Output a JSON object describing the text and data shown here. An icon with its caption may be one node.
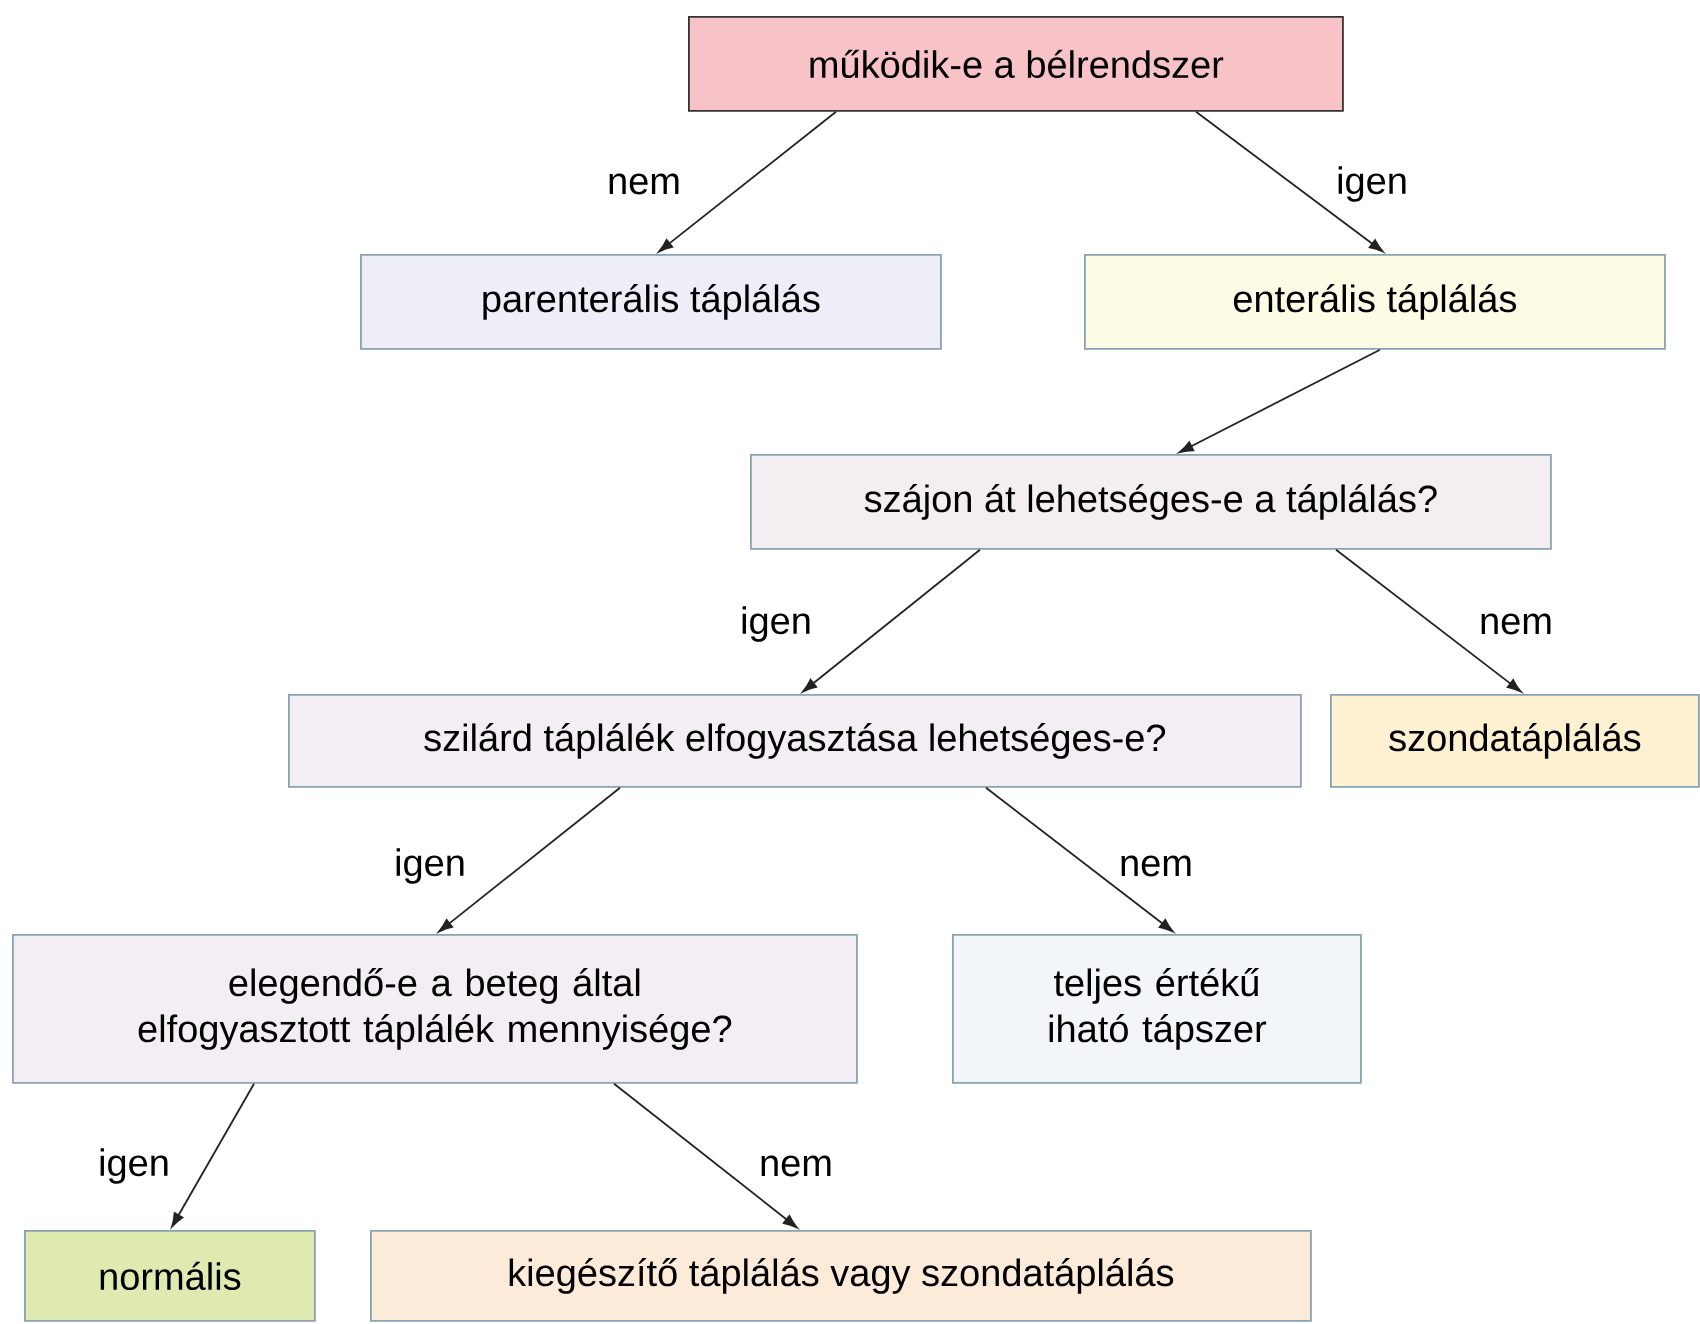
{
  "diagram": {
    "nodes": [
      {
        "text": [
          "működik-e a bélrendszer"
        ]
      },
      {
        "text": [
          "parenterális táplálás"
        ]
      },
      {
        "text": [
          "enterális táplálás"
        ]
      },
      {
        "text": [
          "szájon át lehetséges-e a táplálás?"
        ]
      },
      {
        "text": [
          "szilárd táplálék elfogyasztása lehetséges-e?"
        ]
      },
      {
        "text": [
          "szondatáplálás"
        ]
      },
      {
        "text": [
          "elegendő-e a beteg által elfogyasztott táplálék mennyisége?"
        ]
      },
      {
        "text": [
          "teljes értékű iható tápszer"
        ]
      },
      {
        "text": [
          "normális"
        ]
      },
      {
        "text": [
          "kiegészítő táplálás vagy szondatáplálás"
        ]
      }
    ],
    "edges": [
      {
        "from": 0,
        "to": 1,
        "arrow": "to",
        "label": "nem"
      },
      {
        "from": 0,
        "to": 2,
        "arrow": "to",
        "label": "igen"
      },
      {
        "from": 2,
        "to": 3,
        "arrow": "to"
      },
      {
        "from": 3,
        "to": 4,
        "arrow": "to",
        "label": "igen"
      },
      {
        "from": 3,
        "to": 5,
        "arrow": "to",
        "label": "nem"
      },
      {
        "from": 4,
        "to": 6,
        "arrow": "to",
        "label": "igen"
      },
      {
        "from": 4,
        "to": 7,
        "arrow": "to",
        "label": "nem"
      },
      {
        "from": 6,
        "to": 8,
        "arrow": "to",
        "label": "igen"
      },
      {
        "from": 6,
        "to": 9,
        "arrow": "to",
        "label": "nem"
      }
    ]
  }
}
